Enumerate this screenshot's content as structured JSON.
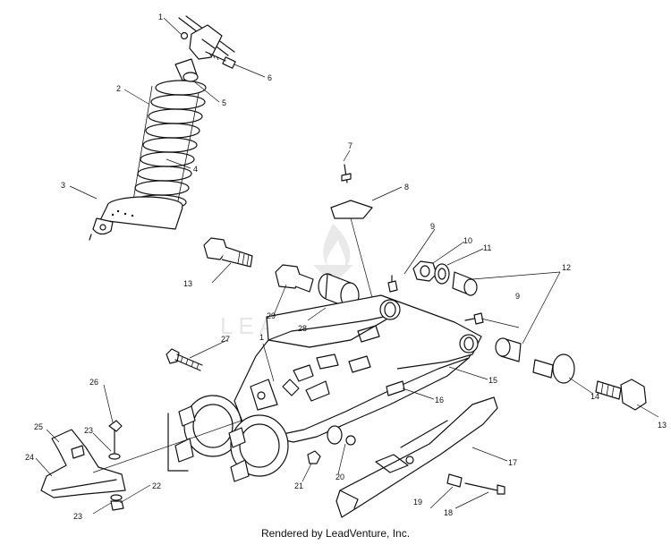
{
  "watermark": {
    "text": "LEADVENTURE"
  },
  "credit": "Rendered by LeadVenture, Inc.",
  "callouts": {
    "c1a": "1",
    "c2": "2",
    "c3": "3",
    "c4": "4",
    "c5": "5",
    "c6": "6",
    "c7": "7",
    "c8": "8",
    "c9a": "9",
    "c9b": "9",
    "c10": "10",
    "c11": "11",
    "c12": "12",
    "c13a": "13",
    "c13b": "13",
    "c14": "14",
    "c15": "15",
    "c16": "16",
    "c17": "17",
    "c18": "18",
    "c19": "19",
    "c20": "20",
    "c21": "21",
    "c22": "22",
    "c23a": "23",
    "c23b": "23",
    "c24": "24",
    "c25": "25",
    "c26": "26",
    "c27": "27",
    "c28": "28",
    "c29": "29",
    "c1b": "1"
  }
}
